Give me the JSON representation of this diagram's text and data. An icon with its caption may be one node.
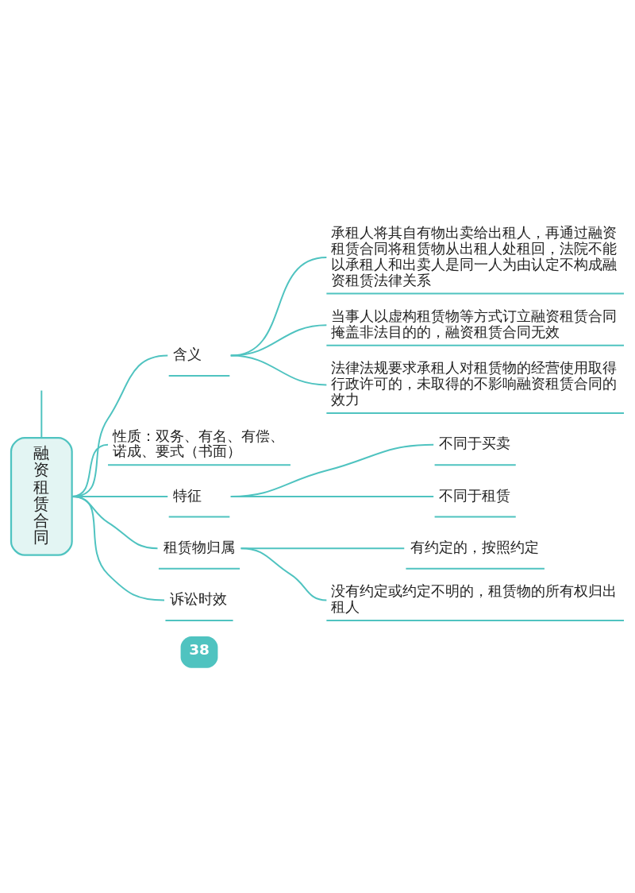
{
  "diagram": {
    "nodes": [
      {
        "text": [
          "融资租赁合同"
        ]
      },
      {
        "text": [
          "含义"
        ]
      },
      {
        "text": [
          "承租人将其自有物出卖给出租人，再通过融资租赁合同将租赁物从出租人处租回，法院不能以承租人和出卖人是同一人为由认定不构成融资租赁法律关系"
        ]
      },
      {
        "text": [
          "当事人以虚构租赁物等方式订立融资租赁合同掩盖非法目的的，融资租赁合同无效"
        ]
      },
      {
        "text": [
          "法律法规要求承租人对租赁物的经营使用取得行政许可的，未取得的不影响融资租赁合同的效力"
        ]
      },
      {
        "text": [
          "性质：双务、有名、有偿、诺成、要式（书面）"
        ]
      },
      {
        "text": [
          "特征"
        ]
      },
      {
        "text": [
          "不同于买卖"
        ]
      },
      {
        "text": [
          "不同于租赁"
        ]
      },
      {
        "text": [
          "租赁物归属"
        ]
      },
      {
        "text": [
          "有约定的，按照约定"
        ]
      },
      {
        "text": [
          "没有约定或约定不明的，租赁物的所有权归出租人"
        ]
      },
      {
        "text": [
          "诉讼时效"
        ]
      }
    ],
    "edges": [
      {
        "from": null,
        "to": 0,
        "arrow": "none"
      },
      {
        "from": 0,
        "to": 1,
        "arrow": "none"
      },
      {
        "from": 1,
        "to": 2,
        "arrow": "none"
      },
      {
        "from": 1,
        "to": 3,
        "arrow": "none"
      },
      {
        "from": 1,
        "to": 4,
        "arrow": "none"
      },
      {
        "from": 0,
        "to": 5,
        "arrow": "none"
      },
      {
        "from": 0,
        "to": 6,
        "arrow": "none"
      },
      {
        "from": 6,
        "to": 7,
        "arrow": "none"
      },
      {
        "from": 6,
        "to": 8,
        "arrow": "none"
      },
      {
        "from": 0,
        "to": 9,
        "arrow": "none"
      },
      {
        "from": 9,
        "to": 10,
        "arrow": "none"
      },
      {
        "from": 9,
        "to": 11,
        "arrow": "none"
      },
      {
        "from": 0,
        "to": 12,
        "arrow": "none"
      }
    ],
    "labels": [
      "38"
    ]
  }
}
